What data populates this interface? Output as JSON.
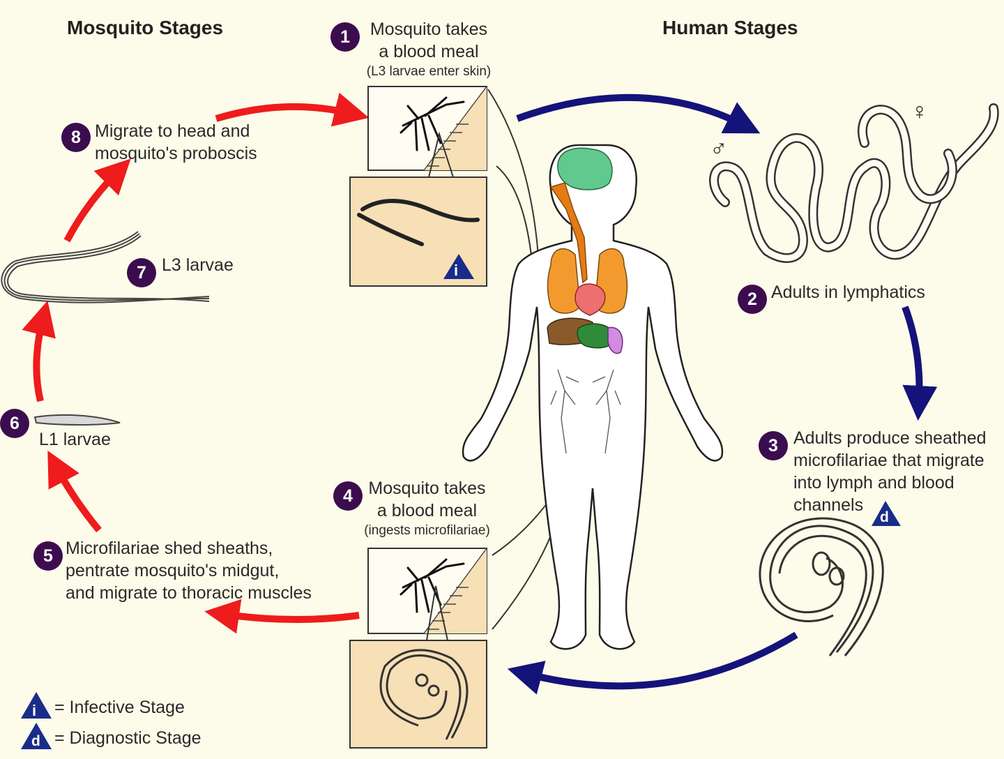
{
  "headers": {
    "mosquito": "Mosquito Stages",
    "human": "Human Stages"
  },
  "steps": [
    {
      "num": "1",
      "text": [
        "Mosquito takes",
        "a blood meal"
      ],
      "sub": "(L3 larvae enter skin)"
    },
    {
      "num": "2",
      "text": [
        "Adults in lymphatics"
      ]
    },
    {
      "num": "3",
      "text": [
        "Adults produce sheathed",
        "microfilariae that migrate",
        "into lymph and blood",
        "channels"
      ]
    },
    {
      "num": "4",
      "text": [
        "Mosquito takes",
        "a blood meal"
      ],
      "sub": "(ingests microfilariae)"
    },
    {
      "num": "5",
      "text": [
        "Microfilariae shed sheaths,",
        "pentrate mosquito's midgut,",
        "and migrate to thoracic muscles"
      ]
    },
    {
      "num": "6",
      "text": [
        "L1 larvae"
      ]
    },
    {
      "num": "7",
      "text": [
        "L3 larvae"
      ]
    },
    {
      "num": "8",
      "text": [
        "Migrate to head and",
        "mosquito's proboscis"
      ]
    }
  ],
  "symbols": {
    "male": "♂",
    "female": "♀"
  },
  "badges": {
    "infective": "i",
    "diagnostic": "d"
  },
  "legend": {
    "infective": "= Infective Stage",
    "diagnostic": "= Diagnostic Stage"
  },
  "colors": {
    "red_arrow": "#ee1c1c",
    "blue_arrow": "#14137a",
    "step_circle": "#3b0d4e",
    "badge": "#1a2c8a",
    "panel": "#f7dfb6",
    "brain": "#5fc98e",
    "lungs": "#f39a2e",
    "heart": "#ee6f6f",
    "liver": "#8a5a2b",
    "stomach": "#2f8a3a",
    "esophagus": "#e47b14"
  }
}
